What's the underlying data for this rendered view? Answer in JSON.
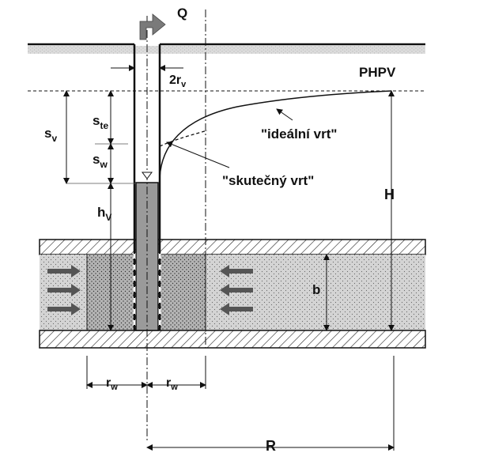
{
  "labels": {
    "Q": "Q",
    "PHPV": "PHPV",
    "two_rv_prefix": "2r",
    "two_rv_sub": "v",
    "s_v": "s",
    "s_v_sub": "v",
    "s_te": "s",
    "s_te_sub": "te",
    "s_w": "s",
    "s_w_sub": "w",
    "h_v": "h",
    "h_v_sub": "V",
    "H": "H",
    "b": "b",
    "ideal": "\"ideální vrt\"",
    "real": "\"skutečný vrt\"",
    "r_w_left": "r",
    "r_w_left_sub": "w",
    "r_w_right": "r",
    "r_w_right_sub": "w",
    "R": "R"
  },
  "colors": {
    "aquifer_fill": "#d4d4d4",
    "zone_fill": "#b4b4b4",
    "well_fill": "#9a9a9a",
    "ground_strip": "#dcdcdc",
    "arrow_fill": "#555555",
    "q_arrow_fill": "#7a7a7a"
  }
}
